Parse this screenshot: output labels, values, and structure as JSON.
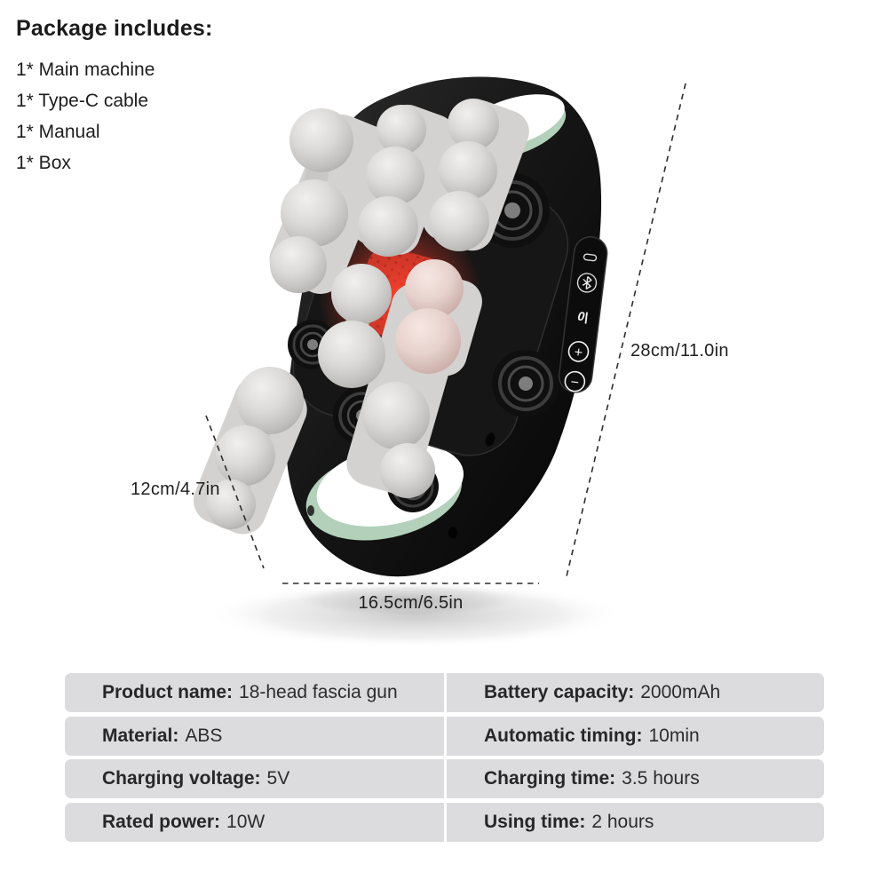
{
  "package": {
    "title": "Package includes:",
    "items": [
      "1* Main machine",
      "1* Type-C cable",
      "1* Manual",
      "1* Box"
    ]
  },
  "dimensions": {
    "length": "28cm/11.0in",
    "width": "12cm/4.7in",
    "depth": "16.5cm/6.5in"
  },
  "device": {
    "name": "18-head fascia gun",
    "power_label": "0|",
    "plus_label": "+",
    "minus_label": "−",
    "icons": {
      "type_c_port": "type-c-port-icon",
      "bluetooth": "bluetooth-icon",
      "plus": "plus-icon",
      "minus": "minus-icon"
    }
  },
  "specs": {
    "left": [
      {
        "label": "Product name:",
        "value": "18-head fascia gun"
      },
      {
        "label": "Material:",
        "value": "ABS"
      },
      {
        "label": "Charging voltage:",
        "value": "5V"
      },
      {
        "label": "Rated power:",
        "value": "10W"
      }
    ],
    "right": [
      {
        "label": "Battery capacity:",
        "value": "2000mAh"
      },
      {
        "label": "Automatic timing:",
        "value": "10min"
      },
      {
        "label": "Charging time:",
        "value": "3.5 hours"
      },
      {
        "label": "Using time:",
        "value": "2 hours"
      }
    ]
  },
  "colors": {
    "accent_red": "#d93a2b",
    "mint_accent": "#b3d0ba",
    "table_cell_bg": "#dcdcde",
    "text": "#212121",
    "device_black": "#141414",
    "ball_gray": "#d6d5d3"
  }
}
